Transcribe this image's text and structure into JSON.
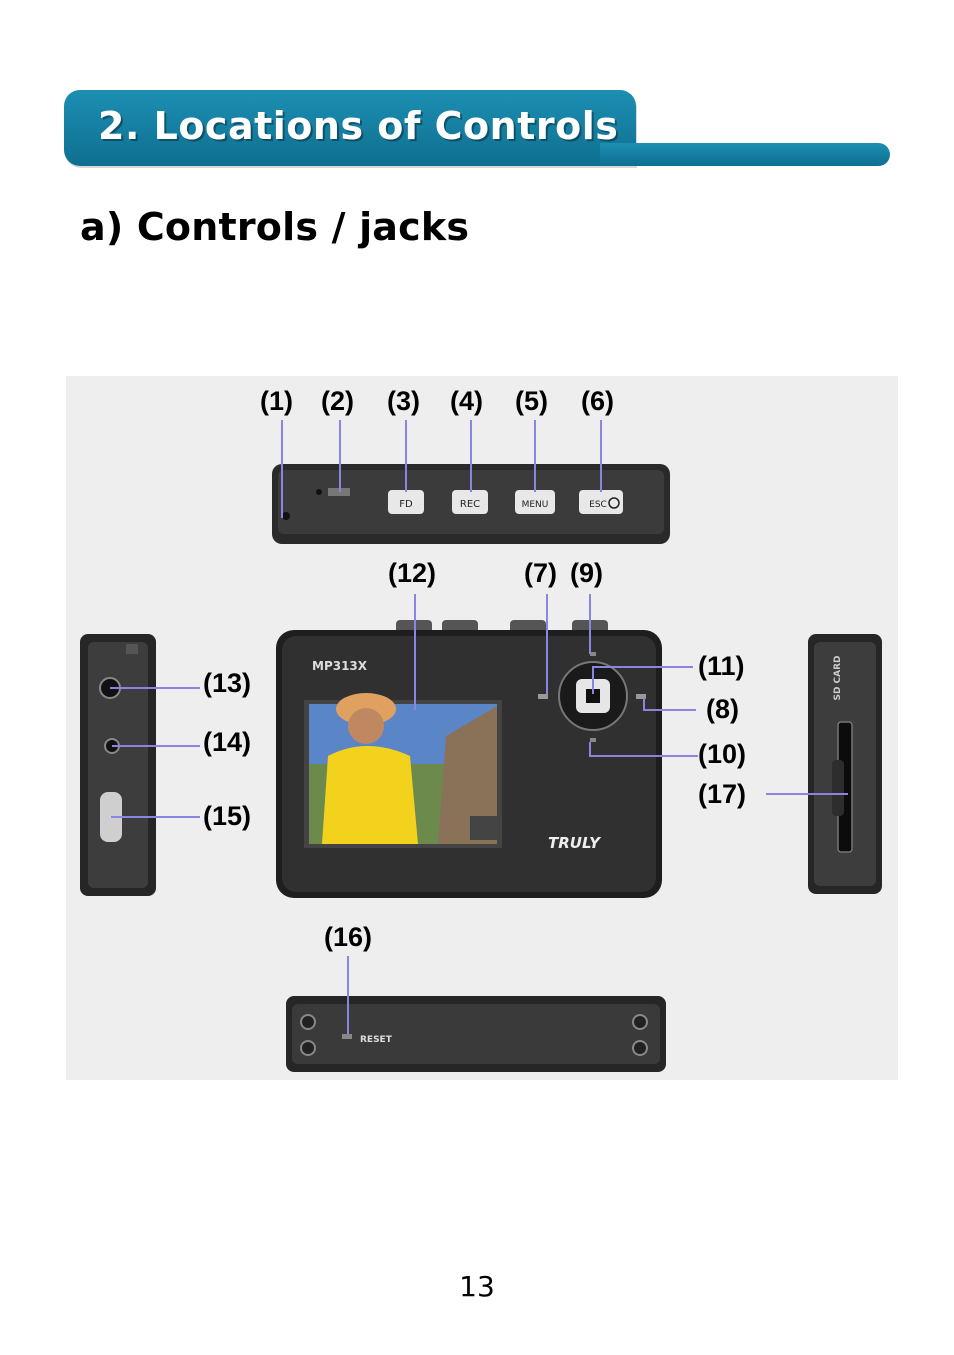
{
  "header": {
    "section_title": "2. Locations of Controls",
    "subtitle": "a) Controls / jacks"
  },
  "device": {
    "model_label": "MP313X",
    "brand_label": "TRULY",
    "top_buttons": [
      "FD",
      "REC",
      "MENU",
      "ESC"
    ],
    "sd_card_label": "SD CARD",
    "reset_label": "RESET"
  },
  "callouts": {
    "c1": "(1)",
    "c2": "(2)",
    "c3": "(3)",
    "c4": "(4)",
    "c5": "(5)",
    "c6": "(6)",
    "c7": "(7)",
    "c8": "(8)",
    "c9": "(9)",
    "c10": "(10)",
    "c11": "(11)",
    "c12": "(12)",
    "c13": "(13)",
    "c14": "(14)",
    "c15": "(15)",
    "c16": "(16)",
    "c17": "(17)"
  },
  "colors": {
    "banner": "#1480a6",
    "leader_line": "#8a86e0"
  },
  "footer": {
    "page_number": "13"
  }
}
